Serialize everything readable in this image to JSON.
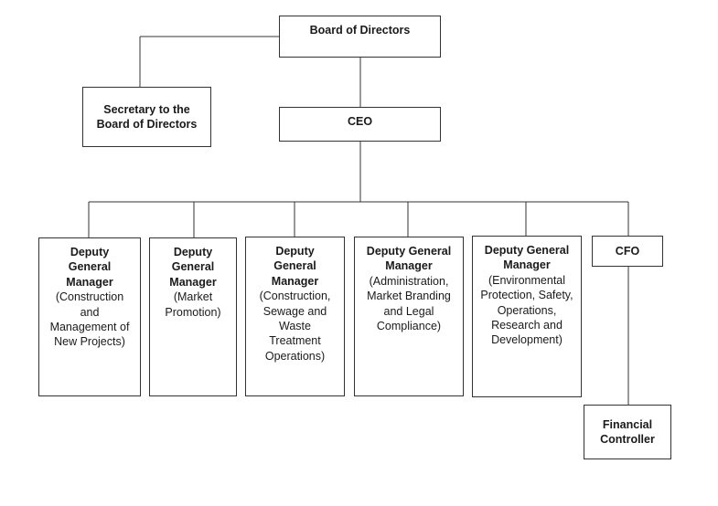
{
  "org": {
    "board": {
      "title": "Board of Directors"
    },
    "secretary": {
      "title": "Secretary to the Board of Directors"
    },
    "ceo": {
      "title": "CEO"
    },
    "dgm1": {
      "title": "Deputy General Manager",
      "area": "(Construction and Management of New Projects)"
    },
    "dgm2": {
      "title": "Deputy General Manager",
      "area": "(Market Promotion)"
    },
    "dgm3": {
      "title": "Deputy General Manager",
      "area": "(Construction, Sewage and Waste Treatment Operations)"
    },
    "dgm4": {
      "title": "Deputy General Manager",
      "area": "(Administration, Market Branding and Legal Compliance)"
    },
    "dgm5": {
      "title": "Deputy General Manager",
      "area": "(Environmental Protection, Safety, Operations, Research and Development)"
    },
    "cfo": {
      "title": "CFO"
    },
    "financial_controller": {
      "title": "Financial Controller"
    }
  }
}
